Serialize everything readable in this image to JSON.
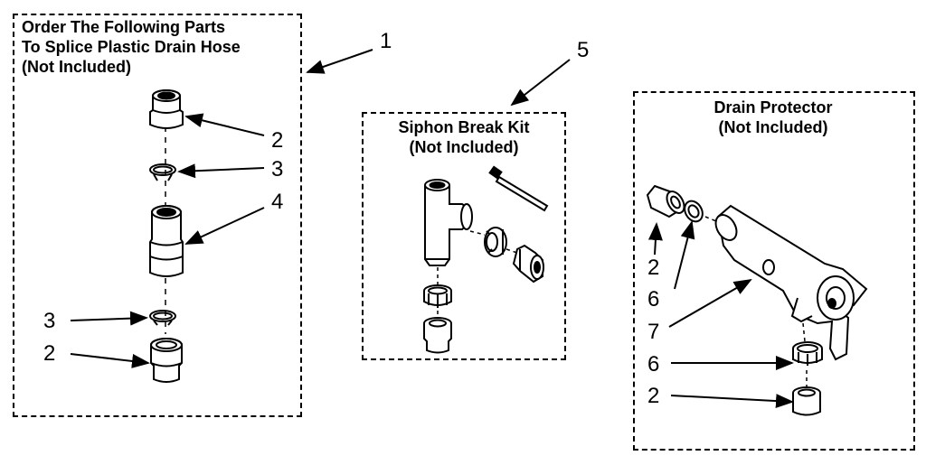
{
  "panels": {
    "splice": {
      "title_line1": "Order The Following Parts",
      "title_line2": "To Splice Plastic Drain Hose",
      "title_line3": "(Not Included)"
    },
    "siphon": {
      "title_line1": "Siphon Break Kit",
      "title_line2": "(Not Included)"
    },
    "drain": {
      "title_line1": "Drain Protector",
      "title_line2": "(Not Included)"
    }
  },
  "callouts": {
    "splice_panel": "1",
    "splice_coupler_top": "2",
    "splice_clamp_top": "3",
    "splice_connector": "4",
    "splice_clamp_bottom": "3",
    "splice_coupler_bottom": "2",
    "siphon_panel": "5",
    "drain_coupler_top": "2",
    "drain_clamp_top": "6",
    "drain_body": "7",
    "drain_clamp_bottom": "6",
    "drain_coupler_bottom": "2"
  }
}
